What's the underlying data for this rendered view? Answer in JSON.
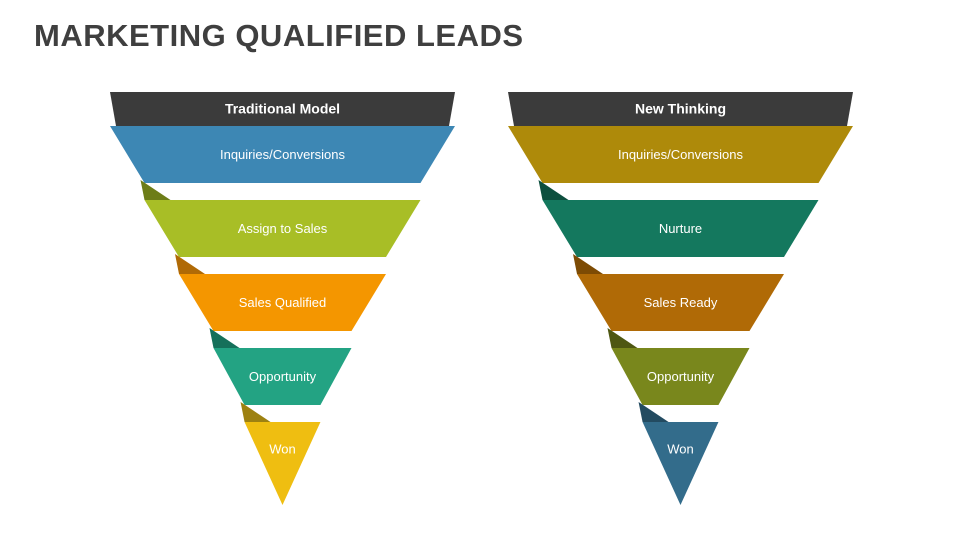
{
  "slide": {
    "title": "MARKETING QUALIFIED LEADS",
    "title_color": "#3f3f3f",
    "background_color": "#ffffff"
  },
  "chart_data": {
    "type": "funnel",
    "title": "MARKETING QUALIFIED LEADS",
    "funnels": [
      {
        "name": "traditional-model",
        "header": "Traditional Model",
        "header_color": "#3b3b3b",
        "stages": [
          {
            "label": "Inquiries/Conversions",
            "color": "#3d87b4",
            "fold_color": "#2f6a8d",
            "width_pct": 100
          },
          {
            "label": "Assign to Sales",
            "color": "#a8be26",
            "fold_color": "#6d7d18",
            "width_pct": 80
          },
          {
            "label": "Sales Qualified",
            "color": "#f49600",
            "fold_color": "#b06a06",
            "width_pct": 60
          },
          {
            "label": "Opportunity",
            "color": "#23a383",
            "fold_color": "#15705a",
            "width_pct": 40
          },
          {
            "label": "Won",
            "color": "#efbe11",
            "fold_color": "#9d8111",
            "width_pct": 22
          }
        ]
      },
      {
        "name": "new-thinking",
        "header": "New Thinking",
        "header_color": "#3b3b3b",
        "stages": [
          {
            "label": "Inquiries/Conversions",
            "color": "#ae8a0a",
            "fold_color": "#7d6307",
            "width_pct": 100
          },
          {
            "label": "Nurture",
            "color": "#14785e",
            "fold_color": "#0d4f3e",
            "width_pct": 80
          },
          {
            "label": "Sales Ready",
            "color": "#b06a06",
            "fold_color": "#7d4b04",
            "width_pct": 60
          },
          {
            "label": "Opportunity",
            "color": "#79871c",
            "fold_color": "#4e5712",
            "width_pct": 40
          },
          {
            "label": "Won",
            "color": "#336c8b",
            "fold_color": "#234b61",
            "width_pct": 22
          }
        ]
      }
    ]
  }
}
